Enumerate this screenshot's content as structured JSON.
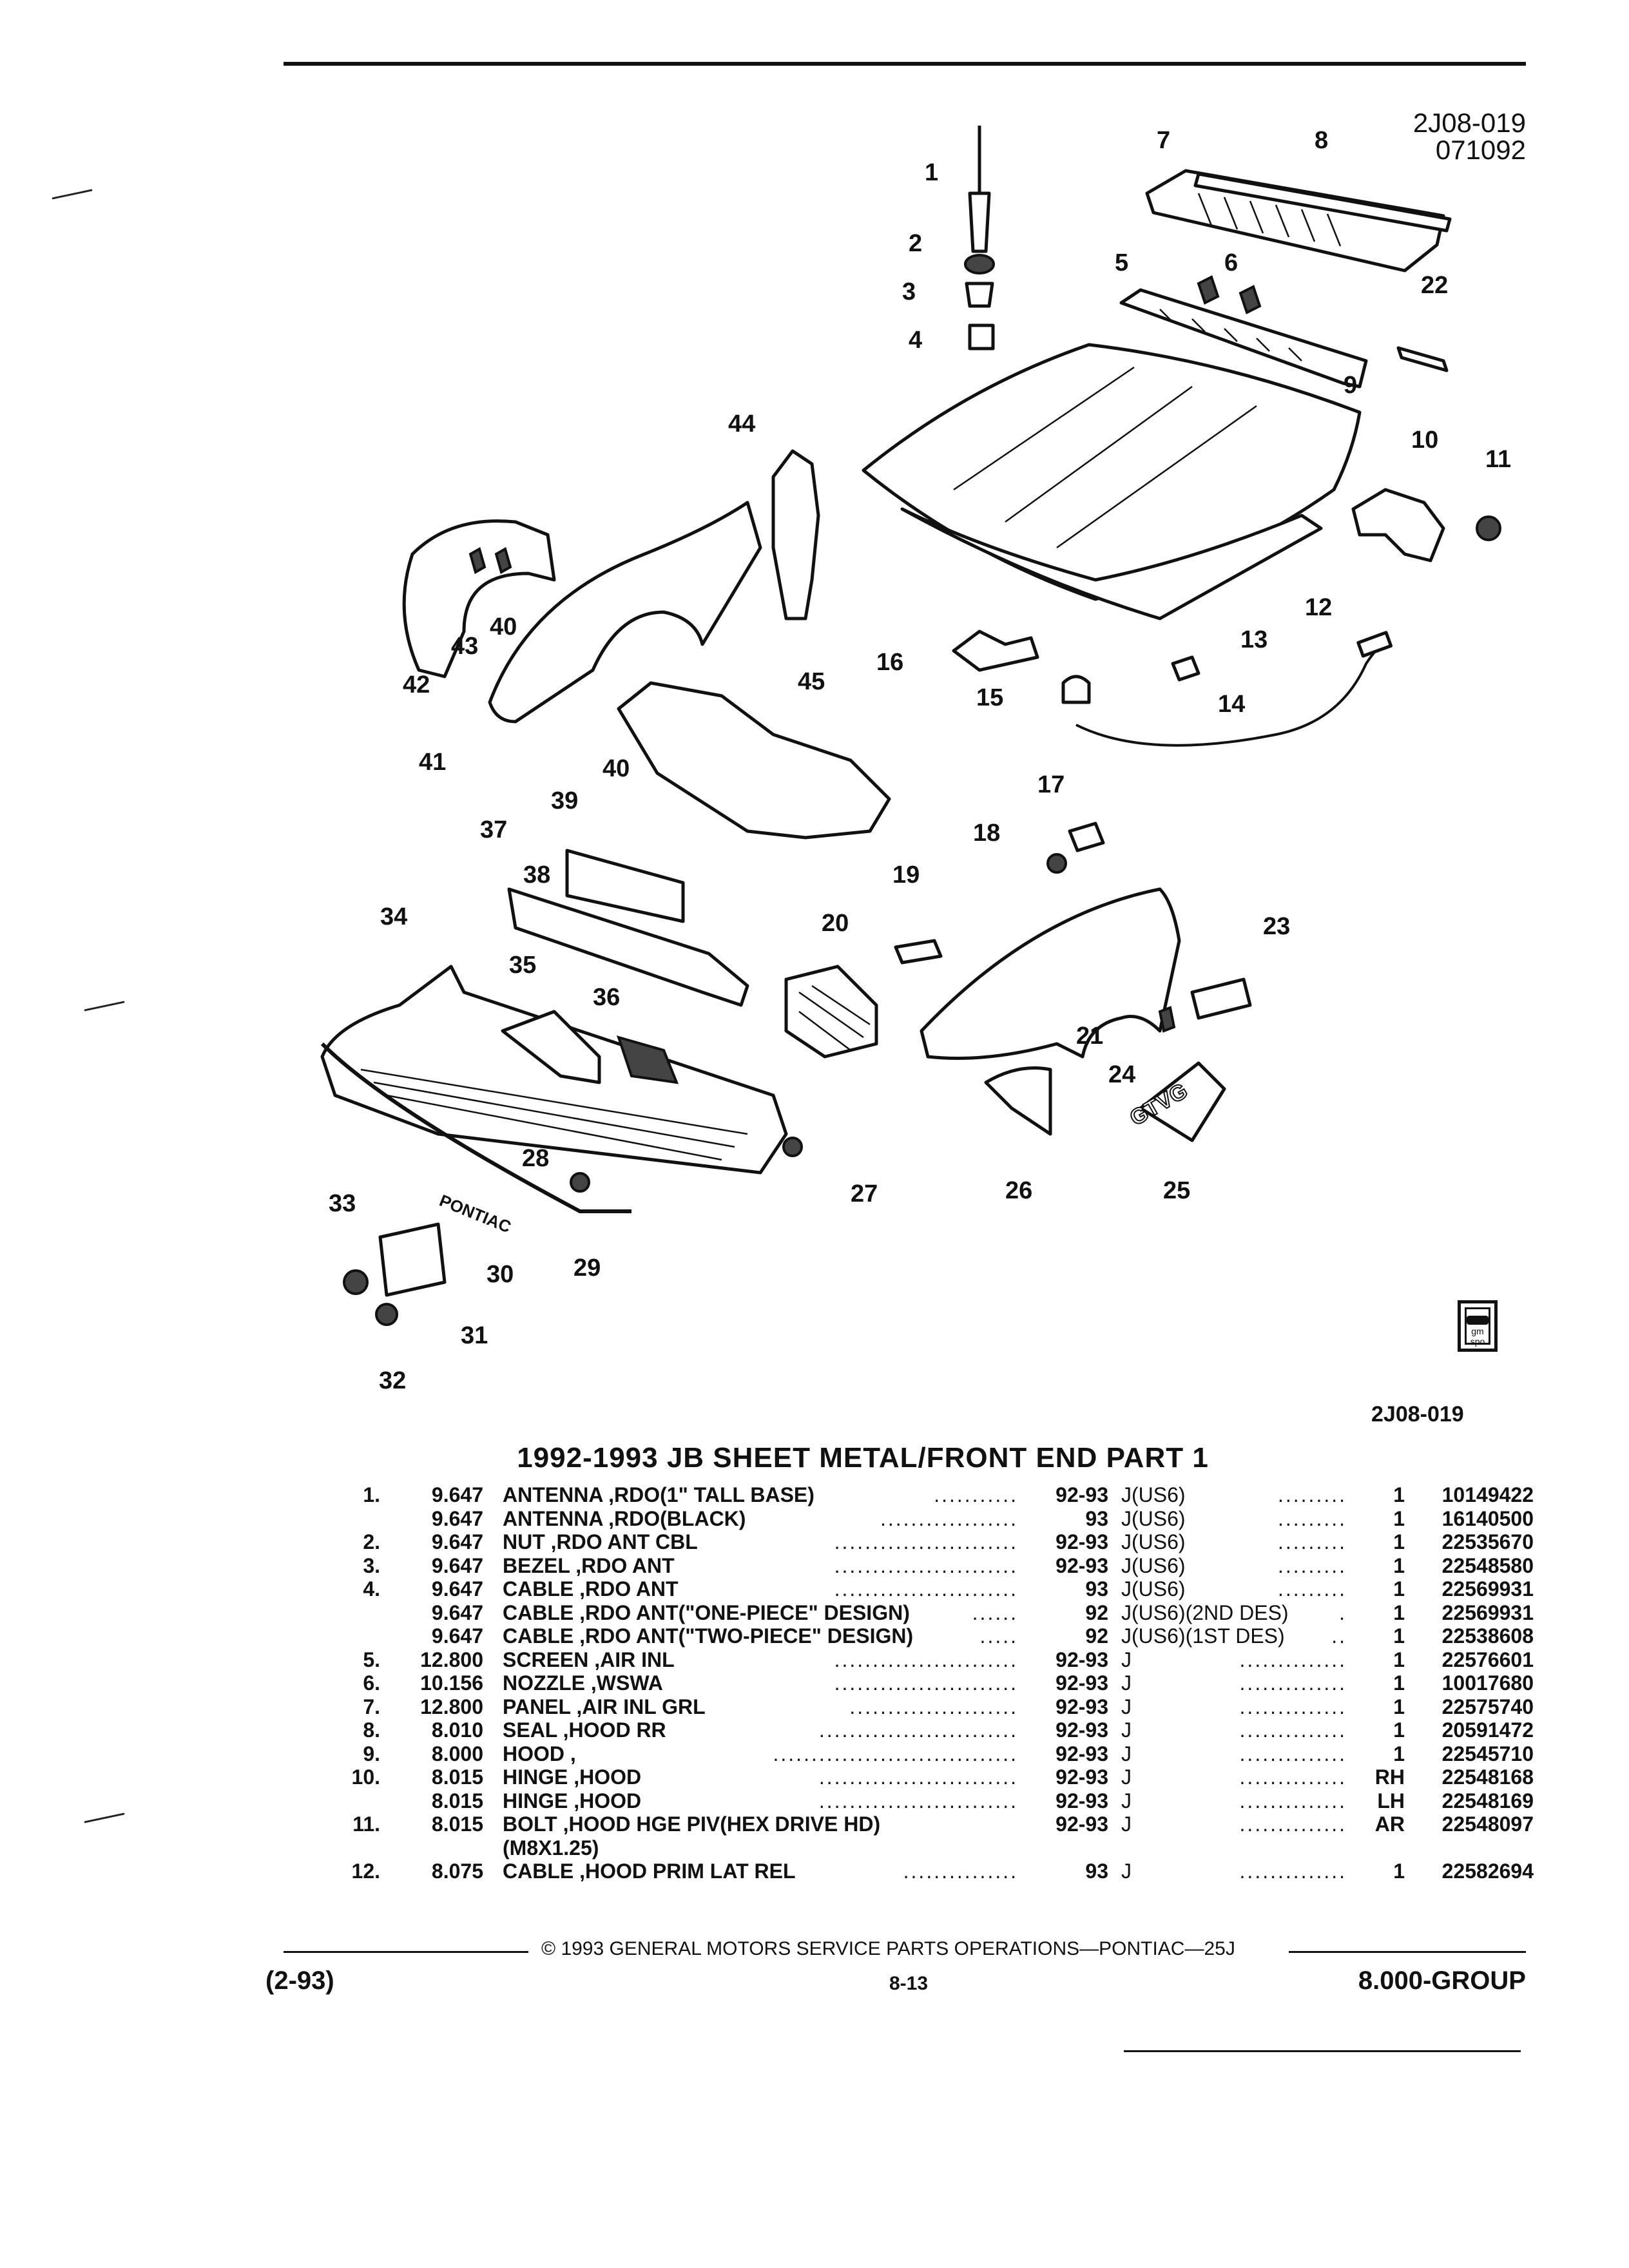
{
  "header": {
    "diagram_code": "2J08-019",
    "diagram_date": "071092"
  },
  "diagram": {
    "callouts": [
      "1",
      "2",
      "3",
      "4",
      "5",
      "6",
      "7",
      "8",
      "9",
      "10",
      "11",
      "12",
      "13",
      "14",
      "15",
      "16",
      "17",
      "18",
      "19",
      "20",
      "21",
      "22",
      "23",
      "24",
      "25",
      "26",
      "27",
      "28",
      "29",
      "30",
      "31",
      "32",
      "33",
      "34",
      "35",
      "36",
      "37",
      "38",
      "39",
      "40",
      "40",
      "41",
      "42",
      "43",
      "44",
      "45"
    ],
    "bumper_text": "PONTIAC",
    "badge_text": "GTVG"
  },
  "section_ref": "2J08-019",
  "section_title": "1992-1993 JB SHEET METAL/FRONT END PART 1",
  "parts": [
    {
      "item": "1.",
      "code": "9.647",
      "desc": "ANTENNA ,RDO(1\" TALL BASE)",
      "dots": "...........",
      "years": "92-93",
      "app": "J(US6)",
      "dots2": ".........",
      "qty": "1",
      "part_no": "10149422"
    },
    {
      "item": "",
      "code": "9.647",
      "desc": "ANTENNA ,RDO(BLACK)",
      "dots": "..................",
      "years": "93",
      "app": "J(US6)",
      "dots2": ".........",
      "qty": "1",
      "part_no": "16140500"
    },
    {
      "item": "2.",
      "code": "9.647",
      "desc": "NUT ,RDO ANT CBL",
      "dots": "........................",
      "years": "92-93",
      "app": "J(US6)",
      "dots2": ".........",
      "qty": "1",
      "part_no": "22535670"
    },
    {
      "item": "3.",
      "code": "9.647",
      "desc": "BEZEL ,RDO ANT",
      "dots": "........................",
      "years": "92-93",
      "app": "J(US6)",
      "dots2": ".........",
      "qty": "1",
      "part_no": "22548580"
    },
    {
      "item": "4.",
      "code": "9.647",
      "desc": "CABLE ,RDO ANT",
      "dots": "........................",
      "years": "93",
      "app": "J(US6)",
      "dots2": ".........",
      "qty": "1",
      "part_no": "22569931"
    },
    {
      "item": "",
      "code": "9.647",
      "desc": "CABLE ,RDO ANT(\"ONE-PIECE\" DESIGN)",
      "dots": "......",
      "years": "92",
      "app": "J(US6)(2ND DES)",
      "dots2": ".",
      "qty": "1",
      "part_no": "22569931"
    },
    {
      "item": "",
      "code": "9.647",
      "desc": "CABLE ,RDO ANT(\"TWO-PIECE\" DESIGN)",
      "dots": ".....",
      "years": "92",
      "app": "J(US6)(1ST DES)",
      "dots2": "..",
      "qty": "1",
      "part_no": "22538608"
    },
    {
      "item": "5.",
      "code": "12.800",
      "desc": "SCREEN ,AIR INL",
      "dots": "........................",
      "years": "92-93",
      "app": "J",
      "dots2": "..............",
      "qty": "1",
      "part_no": "22576601"
    },
    {
      "item": "6.",
      "code": "10.156",
      "desc": "NOZZLE ,WSWA",
      "dots": "........................",
      "years": "92-93",
      "app": "J",
      "dots2": "..............",
      "qty": "1",
      "part_no": "10017680"
    },
    {
      "item": "7.",
      "code": "12.800",
      "desc": "PANEL ,AIR INL GRL",
      "dots": "......................",
      "years": "92-93",
      "app": "J",
      "dots2": "..............",
      "qty": "1",
      "part_no": "22575740"
    },
    {
      "item": "8.",
      "code": "8.010",
      "desc": "SEAL ,HOOD RR",
      "dots": "..........................",
      "years": "92-93",
      "app": "J",
      "dots2": "..............",
      "qty": "1",
      "part_no": "20591472"
    },
    {
      "item": "9.",
      "code": "8.000",
      "desc": "HOOD ,",
      "dots": "................................",
      "years": "92-93",
      "app": "J",
      "dots2": "..............",
      "qty": "1",
      "part_no": "22545710"
    },
    {
      "item": "10.",
      "code": "8.015",
      "desc": "HINGE ,HOOD",
      "dots": "..........................",
      "years": "92-93",
      "app": "J",
      "dots2": "..............",
      "qty": "RH",
      "part_no": "22548168"
    },
    {
      "item": "",
      "code": "8.015",
      "desc": "HINGE ,HOOD",
      "dots": "..........................",
      "years": "92-93",
      "app": "J",
      "dots2": "..............",
      "qty": "LH",
      "part_no": "22548169"
    },
    {
      "item": "11.",
      "code": "8.015",
      "desc": "BOLT ,HOOD HGE PIV(HEX DRIVE HD)",
      "dots": "",
      "years": "92-93",
      "app": "J",
      "dots2": "..............",
      "qty": "AR",
      "part_no": "22548097"
    },
    {
      "item": "",
      "code": "",
      "desc": "(M8X1.25)",
      "dots": "",
      "years": "",
      "app": "",
      "dots2": "",
      "qty": "",
      "part_no": ""
    },
    {
      "item": "12.",
      "code": "8.075",
      "desc": "CABLE ,HOOD PRIM LAT REL",
      "dots": "...............",
      "years": "93",
      "app": "J",
      "dots2": "..............",
      "qty": "1",
      "part_no": "22582694"
    }
  ],
  "footer": {
    "copyright": "© 1993 GENERAL MOTORS SERVICE PARTS OPERATIONS—PONTIAC—25J",
    "page": "8-13",
    "date_code": "(2-93)",
    "group": "8.000-GROUP",
    "logo_text": "gm spo"
  }
}
